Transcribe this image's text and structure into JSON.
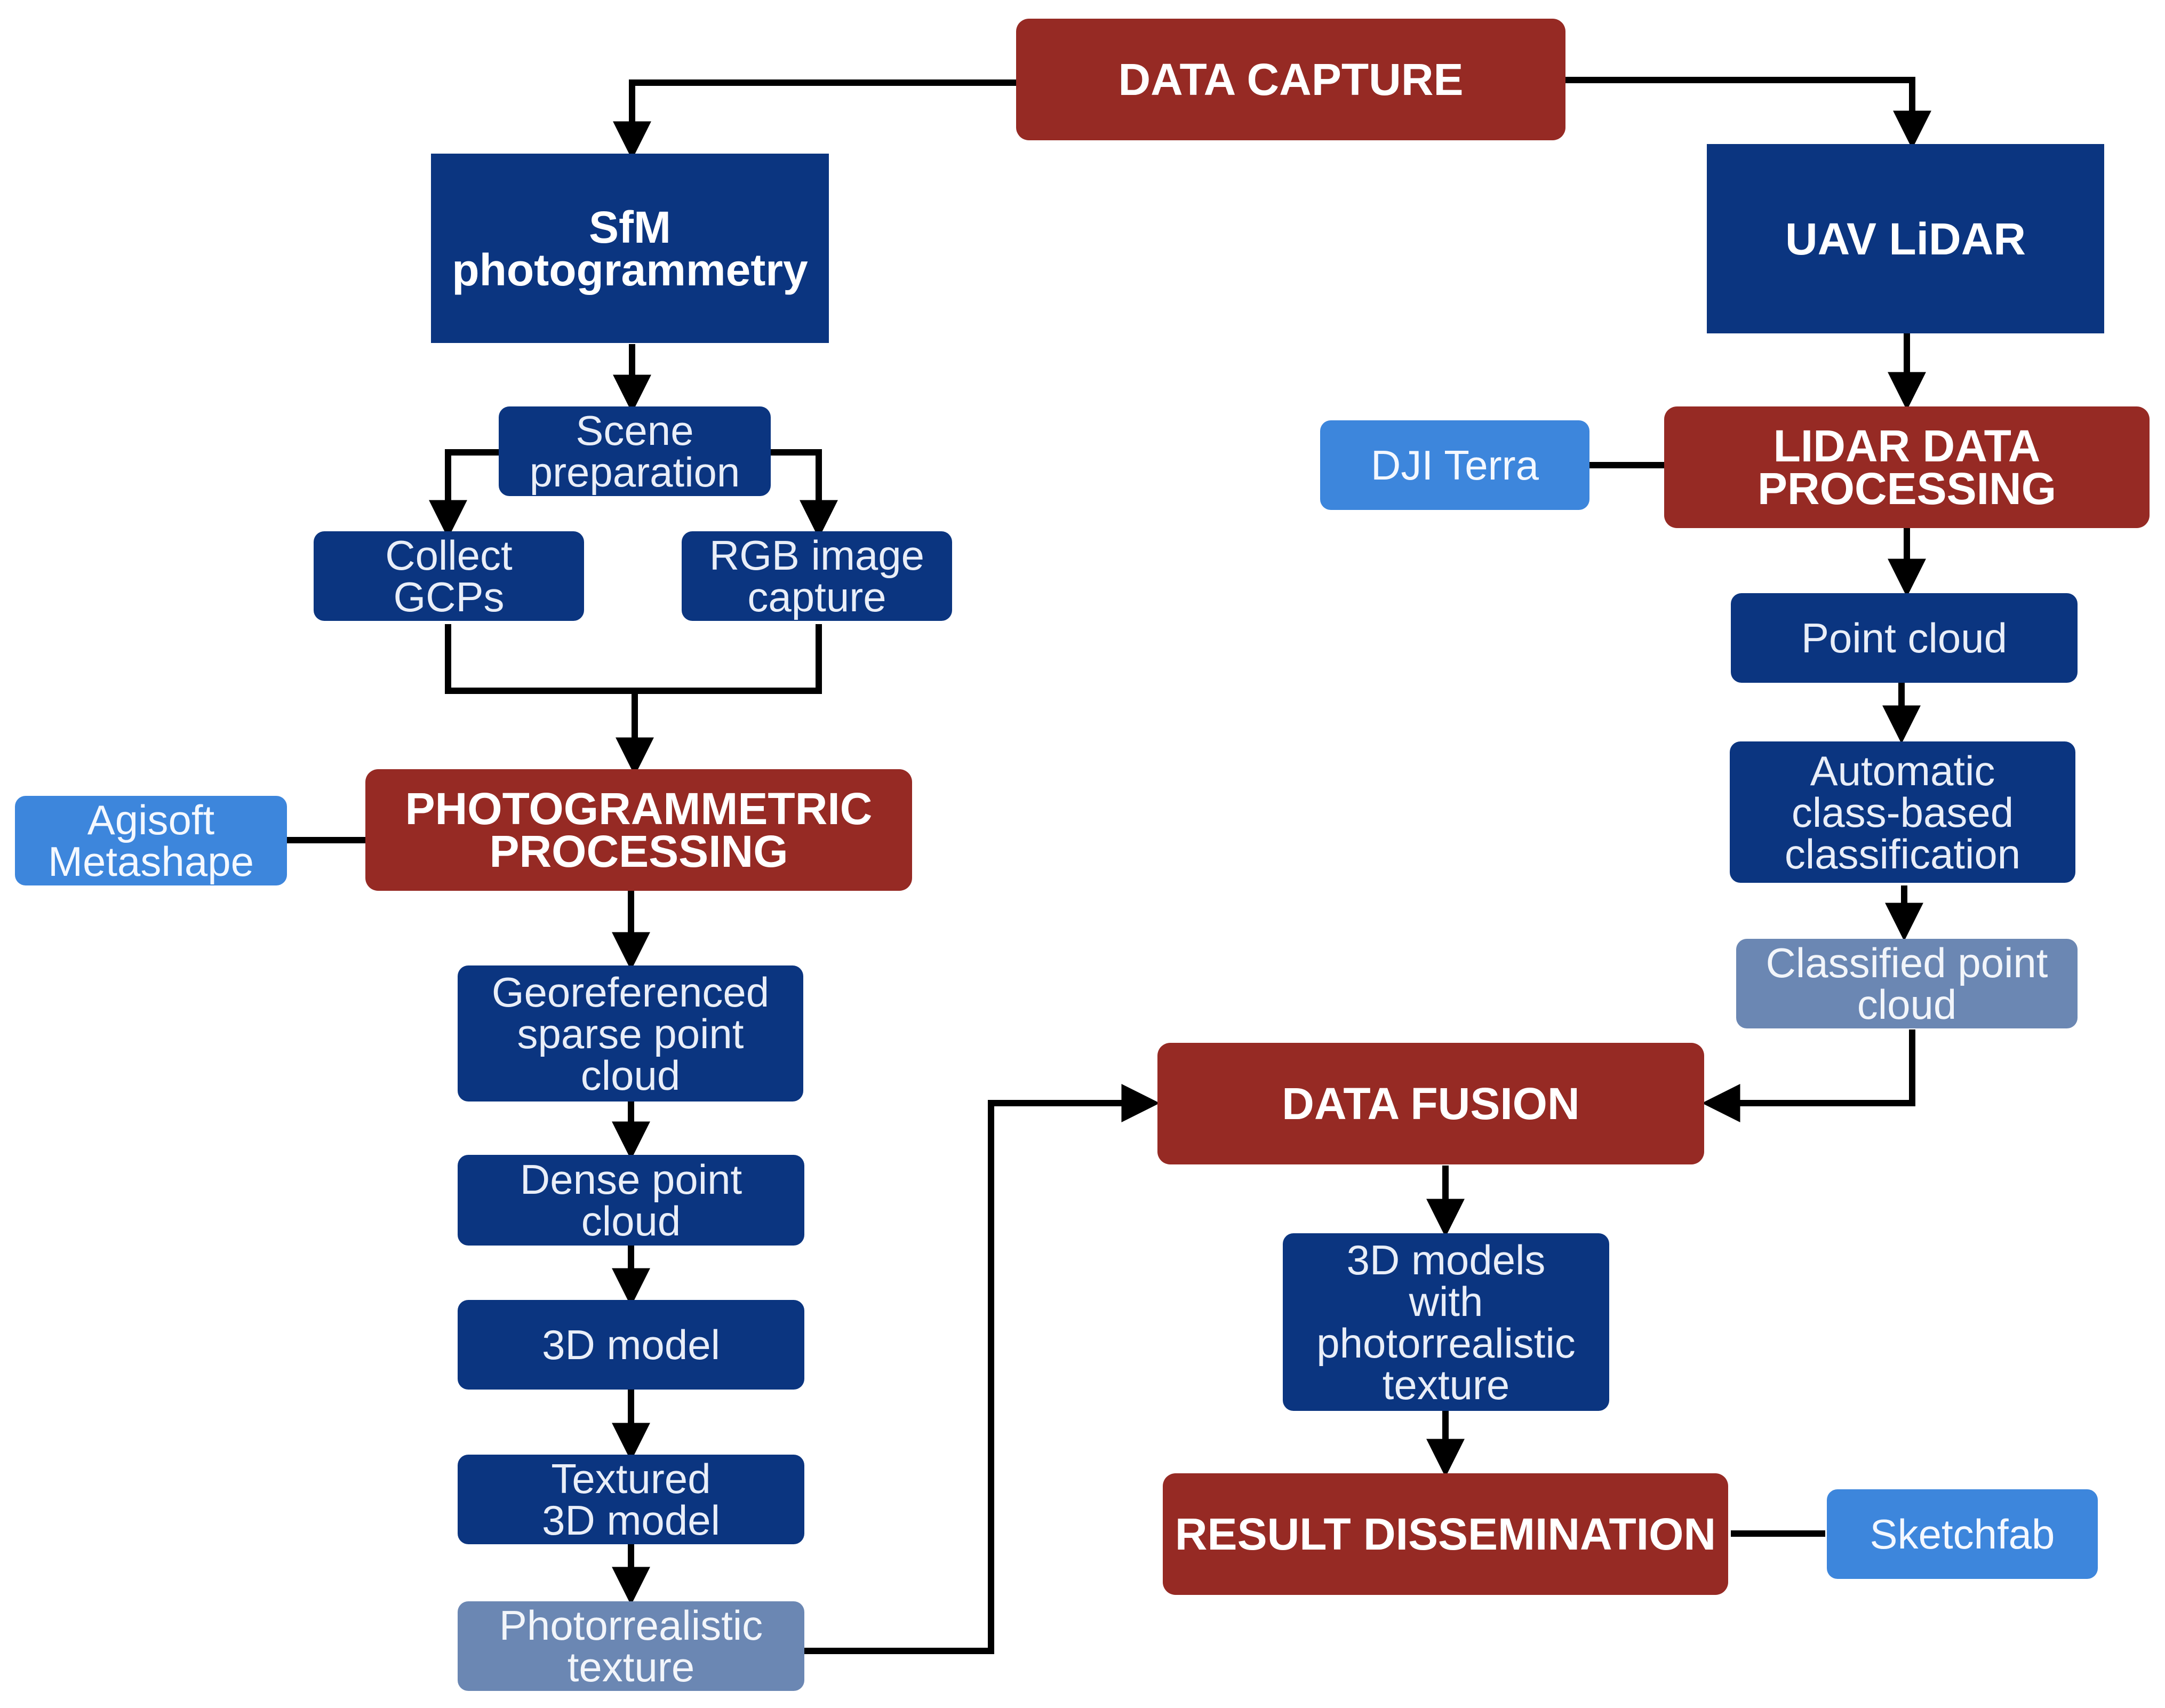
{
  "colors": {
    "stage": "#962a24",
    "method": "#0b3580",
    "step": "#0b3580",
    "output": "#6b87b3",
    "tool": "#3d86dc",
    "edge": "#000000"
  },
  "nodes": {
    "data_capture": "DATA CAPTURE",
    "sfm": "SfM\nphotogrammetry",
    "uav_lidar": "UAV LiDAR",
    "scene_preparation": "Scene\npreparation",
    "collect_gcps": "Collect\nGCPs",
    "rgb_capture": "RGB image\ncapture",
    "photogrammetric_processing": "PHOTOGRAMMETRIC\nPROCESSING",
    "agisoft": "Agisoft\nMetashape",
    "georeferenced": "Georeferenced\nsparse point\ncloud",
    "dense_cloud": "Dense point\ncloud",
    "model_3d": "3D model",
    "textured_model": "Textured\n3D model",
    "photorealistic_texture": "Photorrealistic\ntexture",
    "dji_terra": "DJI Terra",
    "lidar_processing": "LIDAR DATA\nPROCESSING",
    "point_cloud": "Point cloud",
    "auto_classification": "Automatic\nclass-based\nclassification",
    "classified_cloud": "Classified point\ncloud",
    "data_fusion": "DATA FUSION",
    "models_texture": "3D models\nwith\nphotorrealistic\ntexture",
    "result_dissemination": "RESULT DISSEMINATION",
    "sketchfab": "Sketchfab"
  }
}
